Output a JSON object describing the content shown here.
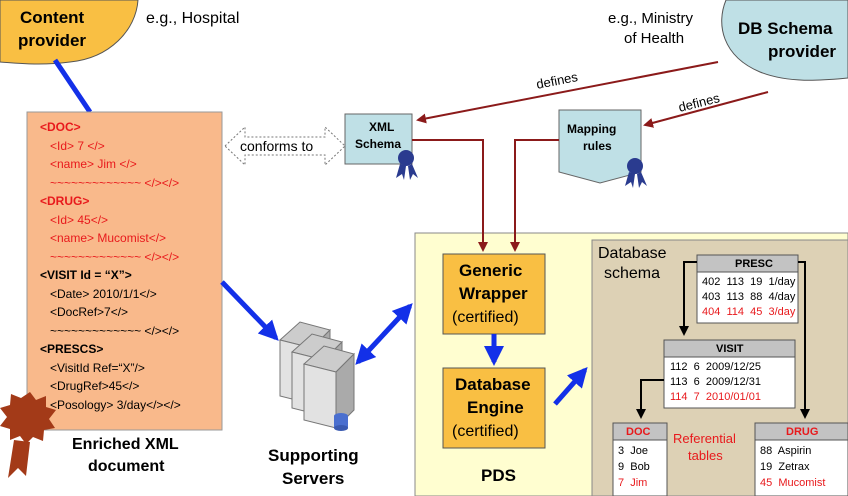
{
  "top": {
    "content_provider": [
      "Content",
      "provider"
    ],
    "content_example": "e.g., Hospital",
    "schema_example": [
      "e.g., Ministry",
      "of Health"
    ],
    "schema_provider": [
      "DB Schema",
      "provider"
    ],
    "defines_1": "defines",
    "defines_2": "defines"
  },
  "xml_schema": [
    "XML",
    "Schema"
  ],
  "mapping_rules": [
    "Mapping",
    "rules"
  ],
  "conforms_to": "conforms to",
  "xml_doc": {
    "lines": [
      {
        "text": "<DOC>",
        "color": "red",
        "bold": true,
        "indent": 0
      },
      {
        "text": "<Id> 7 </>",
        "color": "red",
        "bold": false,
        "indent": 1
      },
      {
        "text": "<name> Jim </>",
        "color": "red",
        "bold": false,
        "indent": 1
      },
      {
        "text": "~~~~~~~~~~~~~ </></>",
        "color": "red",
        "bold": false,
        "indent": 1
      },
      {
        "text": "<DRUG>",
        "color": "red",
        "bold": true,
        "indent": 0
      },
      {
        "text": "<Id> 45</>",
        "color": "red",
        "bold": false,
        "indent": 1
      },
      {
        "text": "<name> Mucomist</>",
        "color": "red",
        "bold": false,
        "indent": 1
      },
      {
        "text": "~~~~~~~~~~~~~ </></>",
        "color": "red",
        "bold": false,
        "indent": 1
      },
      {
        "text": "<VISIT Id = “X”>",
        "color": "blk",
        "bold": true,
        "indent": 0
      },
      {
        "text": "<Date> 2010/1/1</>",
        "color": "blk",
        "bold": false,
        "indent": 1
      },
      {
        "text": "<DocRef>7</>",
        "color": "blk",
        "bold": false,
        "indent": 1
      },
      {
        "text": "~~~~~~~~~~~~~ </></>",
        "color": "blk",
        "bold": false,
        "indent": 1
      },
      {
        "text": "<PRESCS>",
        "color": "blk",
        "bold": true,
        "indent": 0
      },
      {
        "text": "<VisitId Ref=“X”/>",
        "color": "blk",
        "bold": false,
        "indent": 1
      },
      {
        "text": "<DrugRef>45</>",
        "color": "blk",
        "bold": false,
        "indent": 1
      },
      {
        "text": "<Posology> 3/day</></>",
        "color": "blk",
        "bold": false,
        "indent": 1
      }
    ],
    "caption": [
      "Enriched XML",
      "document"
    ]
  },
  "servers_caption": [
    "Supporting",
    "Servers"
  ],
  "pds": {
    "wrapper": [
      "Generic",
      "Wrapper",
      "(certified)"
    ],
    "engine": [
      "Database",
      "Engine",
      "(certified)"
    ],
    "label": "PDS"
  },
  "db": {
    "title": [
      "Database",
      "schema"
    ],
    "presc": {
      "name": "PRESC",
      "rows": [
        {
          "text": "402  113  19  1/day",
          "red": false
        },
        {
          "text": "403  113  88  4/day",
          "red": false
        },
        {
          "text": "404  114  45  3/day",
          "red": true
        }
      ]
    },
    "visit": {
      "name": "VISIT",
      "rows": [
        {
          "text": "112  6  2009/12/25",
          "red": false
        },
        {
          "text": "113  6  2009/12/31",
          "red": false
        },
        {
          "text": "114  7  2010/01/01",
          "red": true
        }
      ]
    },
    "doc": {
      "name": "DOC",
      "rows": [
        {
          "text": "3  Joe",
          "red": false
        },
        {
          "text": "9  Bob",
          "red": false
        },
        {
          "text": "7  Jim",
          "red": true
        }
      ]
    },
    "drug": {
      "name": "DRUG",
      "rows": [
        {
          "text": "88  Aspirin",
          "red": false
        },
        {
          "text": "19  Zetrax",
          "red": false
        },
        {
          "text": "45  Mucomist",
          "red": true
        }
      ]
    },
    "referential": [
      "Referential",
      "tables"
    ]
  },
  "colors": {
    "blue": "#1330e8",
    "dark_red": "#8b1a1a",
    "peach": "#f9b98b",
    "light_yellow": "#fffed0",
    "tan": "#ddd1b5",
    "teal": "#bfe0e6",
    "orange": "#f9bf43",
    "grey": "#c3c3c3"
  }
}
